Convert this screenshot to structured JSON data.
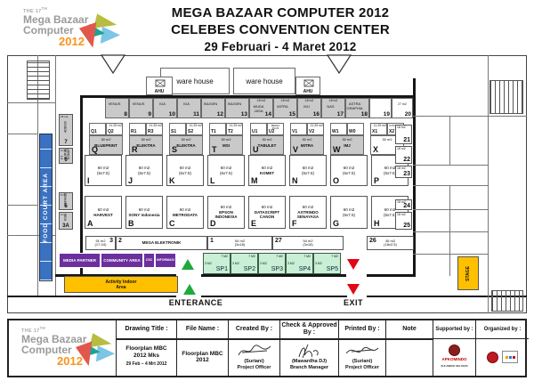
{
  "header": {
    "title_line1": "MEGA BAZAAR COMPUTER 2012",
    "title_line2": "CELEBES CONVENTION CENTER",
    "title_line3": "29 Februari - 4 Maret 2012"
  },
  "logo": {
    "the": "THE 17",
    "th": "TH",
    "name1": "Mega Bazaar",
    "name2": "Computer",
    "year": "2012"
  },
  "plan": {
    "warehouse1": "ware house",
    "warehouse2": "ware house",
    "ahu1": "AHU",
    "ahu2": "AHU",
    "food_court": "FOOD COURT AREA",
    "stage": "STAGE",
    "entrance_label": "ENTERANCE",
    "exit_label": "EXIT",
    "activity_area_line1": "Activity Indoor",
    "activity_area_line2": "Area",
    "info_bar": {
      "media_partner": "MEDIA PARTNER",
      "community": "COMMUNITY AREA",
      "csc": "CSC",
      "informasi": "INFORMASI"
    },
    "top_booths": [
      {
        "num": "8",
        "name": "VENUS"
      },
      {
        "num": "9",
        "name": "VENUS"
      },
      {
        "num": "10",
        "name": "IGA"
      },
      {
        "num": "11",
        "name": "IGA"
      },
      {
        "num": "12",
        "name": "INUGEN"
      },
      {
        "num": "13",
        "name": "INUGEN"
      },
      {
        "num": "14",
        "name": "MUDA JASA",
        "size": "18 m2"
      },
      {
        "num": "15",
        "name": "MITRA",
        "size": "18 m2"
      },
      {
        "num": "16",
        "name": "IMJ",
        "size": "18 m2"
      },
      {
        "num": "17",
        "name": "NAS",
        "size": "18 m2"
      },
      {
        "num": "18",
        "name": "ASTRA GRAPHIA"
      },
      {
        "num": "19",
        "name": ""
      },
      {
        "num": "20",
        "name": "",
        "size": "27 m2"
      }
    ],
    "islands": [
      {
        "letter": "Q",
        "main_size": "30 m2",
        "main_name": "BLUEPRINT",
        "sub_left": {
          "label": "Q1"
        },
        "sub_right": {
          "label": "Q2",
          "size": "11.25 m2"
        }
      },
      {
        "letter": "R",
        "main_size": "30 m2",
        "main_name": "ELEKTRA",
        "sub_left": {
          "label": "R1"
        },
        "sub_right": {
          "label": "R3",
          "size": "11.25 m2"
        }
      },
      {
        "letter": "S",
        "main_size": "30 m2",
        "main_name": "ELEKTRA",
        "sub_left": {
          "label": "S1"
        },
        "sub_right": {
          "label": "S2",
          "size": "11.25 m2"
        }
      },
      {
        "letter": "T",
        "main_size": "30 m2",
        "main_name": "MSI",
        "sub_left": {
          "label": "T1"
        },
        "sub_right": {
          "label": "T2",
          "size": "11.25 m2"
        }
      },
      {
        "letter": "U",
        "main_size": "30 m2",
        "main_name": "TABULET",
        "sub_left": {
          "label": "U1"
        },
        "sub_right": {
          "label": "U2",
          "name": "MEDIA PLUS"
        }
      },
      {
        "letter": "V",
        "main_size": "30 m2",
        "main_name": "MITRA",
        "sub_left": {
          "label": "V1"
        },
        "sub_right": {
          "label": "V2",
          "size": "11.25 m2"
        }
      },
      {
        "letter": "W",
        "main_size": "30 m2",
        "main_name": "IMJ",
        "sub_left": {
          "label": "W1"
        },
        "sub_right": {
          "label": "W0"
        }
      },
      {
        "letter": "X",
        "main_size": "30 m2",
        "main_name": "",
        "sub_left": {
          "label": "X1",
          "size": "11.25 m2"
        },
        "sub_right": {
          "label": "X2",
          "name": "INTISHOP"
        }
      }
    ],
    "mid_booths": [
      {
        "letter": "I",
        "size": "60 m2",
        "dim": "(6x7.5)"
      },
      {
        "letter": "J",
        "size": "60 m2",
        "dim": "(6x7.5)"
      },
      {
        "letter": "K",
        "size": "60 m2",
        "dim": "(6x7.5)"
      },
      {
        "letter": "L",
        "size": "60 m2",
        "dim": "(6x7.5)"
      },
      {
        "letter": "M",
        "size": "60 m2",
        "name": "KOMET"
      },
      {
        "letter": "N",
        "size": "60 m2",
        "dim": "(6x7.5)"
      },
      {
        "letter": "O",
        "size": "60 m2",
        "dim": "(6x7.5)"
      },
      {
        "letter": "P",
        "size": "60 m2",
        "dim": "(6x7.5)"
      }
    ],
    "main_booths": [
      {
        "letter": "A",
        "size": "60 m2",
        "name": "HARVEST"
      },
      {
        "letter": "B",
        "size": "60 m2",
        "name": "SONY Indonesia"
      },
      {
        "letter": "C",
        "size": "60 m2",
        "name": "METRODATA"
      },
      {
        "letter": "D",
        "size": "60 m2",
        "name": "EPSON INDONESIA"
      },
      {
        "letter": "E",
        "size": "60 m2",
        "name": "DATASCRIPT CANON"
      },
      {
        "letter": "F",
        "size": "60 m2",
        "name": "ASTRINDO SENAYASA"
      },
      {
        "letter": "G",
        "size": "60 m2",
        "dim": "(6x7.5)"
      },
      {
        "letter": "H",
        "size": "60 m2",
        "dim": "(6x7.5)"
      }
    ],
    "strip_booths": [
      {
        "num": "3",
        "size": "51 m2",
        "dim": "(17-04)"
      },
      {
        "num": "2",
        "name": "MEGA ELEKTRONIK"
      },
      {
        "num": "1",
        "size": "54 m2",
        "dim": "(3x18)"
      },
      {
        "num": "27",
        "size": "54 m2",
        "dim": "(3x18)"
      },
      {
        "num": "26",
        "size": "45 m2",
        "dim": "(18x2.5)"
      }
    ],
    "sp_booths": [
      {
        "label": "SP1",
        "size_a": "7 M2",
        "size_b": "3 M2"
      },
      {
        "label": "SP2",
        "size_a": "7 M2",
        "size_b": "3 M2"
      },
      {
        "label": "SP3",
        "size_a": "7 M2",
        "size_b": "3 M2"
      },
      {
        "label": "SP4",
        "size_a": "7 M2",
        "size_b": "3 M2"
      },
      {
        "label": "SP5",
        "size_a": "7 M2",
        "size_b": "3 M2"
      }
    ],
    "left_booths": [
      {
        "num": "7",
        "name": "ADENSI",
        "size": "18 m2"
      },
      {
        "num": "6",
        "name": "PT SURYA KOMEPSI",
        "size": "9 m2"
      },
      {
        "num": "5",
        "name": "DATACOMP",
        "size": "9 m2"
      },
      {
        "num": "3A",
        "name": "KGN",
        "size": "6 m2"
      }
    ],
    "right_booths": [
      {
        "num": "21",
        "size": "18 m2"
      },
      {
        "num": "22",
        "size": "18 m2"
      },
      {
        "num": "23",
        "size": "18 m2"
      },
      {
        "num": "24",
        "size": "18 m2"
      },
      {
        "num": "25",
        "size": "18 m2"
      }
    ]
  },
  "title_block": {
    "drawing_title": {
      "label": "Drawing Title :",
      "value1": "Floorplan MBC",
      "value2": "2012 Mks",
      "date": "29 Feb – 4 Mrt 2012"
    },
    "file_name": {
      "label": "File Name :",
      "value1": "Floorplan MBC",
      "value2": "2012"
    },
    "created_by": {
      "label": "Created By :",
      "name": "(Suriani)",
      "role": "Project Officer"
    },
    "approved_by": {
      "label": "Check & Approved By :",
      "name": "(Mawardha DJ)",
      "role": "Branch Manager"
    },
    "printed_by": {
      "label": "Printed By :",
      "name": "(Suriani)",
      "role": "Project Officer"
    },
    "note": {
      "label": "Note"
    },
    "supported_by": {
      "label": "Supported by :",
      "org": "APKOMINDO",
      "sub": "SULAWESI SELATAN"
    },
    "organized_by": {
      "label": "Organized by :"
    }
  },
  "colors": {
    "booth_gray": "#c9c9c9",
    "purple": "#6b2f9e",
    "mint": "#c9efd6",
    "amber": "#ffc000",
    "food_court_blue": "#3a71c1",
    "entrance_green": "#1faa3c",
    "exit_red": "#e30613",
    "logo_orange": "#f7941d"
  }
}
